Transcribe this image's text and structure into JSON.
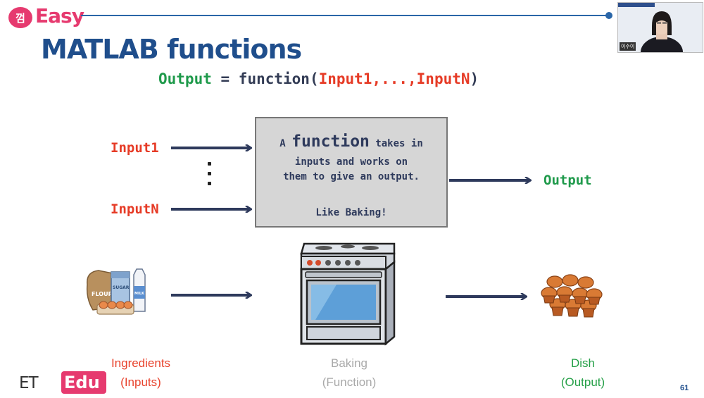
{
  "header": {
    "logo_badge": "껌",
    "logo_word": "Easy"
  },
  "slide": {
    "title": "MATLAB functions",
    "formula": {
      "output": "Output",
      "equals": " = ",
      "func": "function(",
      "args": "Input1,...,InputN",
      "close": ")"
    },
    "diagram": {
      "input_first": "Input1",
      "input_last": "InputN",
      "box_word_a": "A ",
      "box_word_function": "function",
      "box_word_rest": " takes in",
      "box_line2": "inputs and works on",
      "box_line3": "them to give an output.",
      "box_line4": "Like Baking!",
      "output_label": "Output"
    },
    "captions": {
      "ingredients_1": "Ingredients",
      "ingredients_2": "(Inputs)",
      "baking_1": "Baking",
      "baking_2": "(Function)",
      "dish_1": "Dish",
      "dish_2": "(Output)"
    },
    "ingredient_labels": {
      "flour": "FLOUR",
      "sugar": "SUGAR",
      "milk": "MILK"
    },
    "page_number": "61"
  },
  "webcam": {
    "name_tag": "이수이"
  },
  "branding": {
    "et": "ET",
    "edu": "Edu"
  },
  "colors": {
    "title_blue": "#1f4e8c",
    "input_red": "#e63b26",
    "output_green": "#1f9a4b",
    "brand_pink": "#e63a6f",
    "arrow_navy": "#2e3a5c"
  }
}
